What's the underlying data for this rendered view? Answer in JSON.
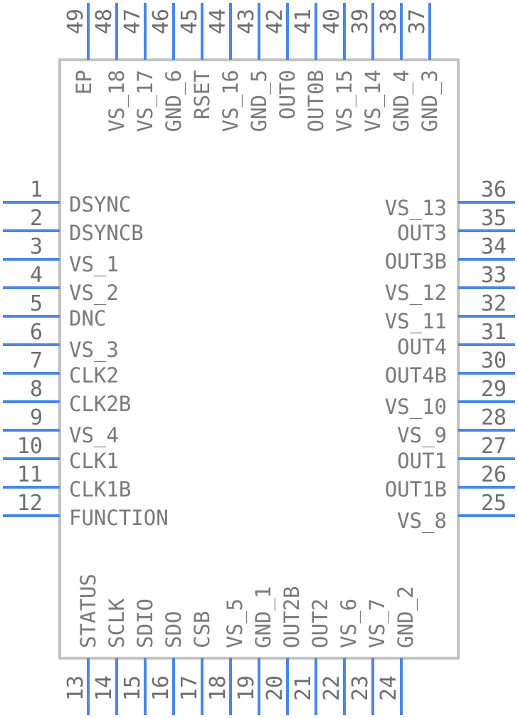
{
  "colors": {
    "pin": "#4a86e8",
    "body_stroke": "#c2c2c2",
    "number_text": "#6e6e6e",
    "label_text": "#7a7a7a"
  },
  "pins": {
    "left": [
      {
        "num": "1",
        "label": "DSYNC"
      },
      {
        "num": "2",
        "label": "DSYNCB"
      },
      {
        "num": "3",
        "label": "VS_1"
      },
      {
        "num": "4",
        "label": "VS_2"
      },
      {
        "num": "5",
        "label": "DNC"
      },
      {
        "num": "6",
        "label": "VS_3"
      },
      {
        "num": "7",
        "label": "CLK2"
      },
      {
        "num": "8",
        "label": "CLK2B"
      },
      {
        "num": "9",
        "label": "VS_4"
      },
      {
        "num": "10",
        "label": "CLK1"
      },
      {
        "num": "11",
        "label": "CLK1B"
      },
      {
        "num": "12",
        "label": "FUNCTION"
      }
    ],
    "bottom": [
      {
        "num": "13",
        "label": "STATUS"
      },
      {
        "num": "14",
        "label": "SCLK"
      },
      {
        "num": "15",
        "label": "SDIO"
      },
      {
        "num": "16",
        "label": "SDO"
      },
      {
        "num": "17",
        "label": "CSB"
      },
      {
        "num": "18",
        "label": "VS_5"
      },
      {
        "num": "19",
        "label": "GND_1"
      },
      {
        "num": "20",
        "label": "OUT2B"
      },
      {
        "num": "21",
        "label": "OUT2"
      },
      {
        "num": "22",
        "label": "VS_6"
      },
      {
        "num": "23",
        "label": "VS_7"
      },
      {
        "num": "24",
        "label": "GND_2"
      }
    ],
    "right": [
      {
        "num": "36",
        "label": "VS_13"
      },
      {
        "num": "35",
        "label": "OUT3"
      },
      {
        "num": "34",
        "label": "OUT3B"
      },
      {
        "num": "33",
        "label": "VS_12"
      },
      {
        "num": "32",
        "label": "VS_11"
      },
      {
        "num": "31",
        "label": "OUT4"
      },
      {
        "num": "30",
        "label": "OUT4B"
      },
      {
        "num": "29",
        "label": "VS_10"
      },
      {
        "num": "28",
        "label": "VS_9"
      },
      {
        "num": "27",
        "label": "OUT1"
      },
      {
        "num": "26",
        "label": "OUT1B"
      },
      {
        "num": "25",
        "label": "VS_8"
      }
    ],
    "top": [
      {
        "num": "49",
        "label": "EP"
      },
      {
        "num": "48",
        "label": "VS_18"
      },
      {
        "num": "47",
        "label": "VS_17"
      },
      {
        "num": "46",
        "label": "GND_6"
      },
      {
        "num": "45",
        "label": "RSET"
      },
      {
        "num": "44",
        "label": "VS_16"
      },
      {
        "num": "43",
        "label": "GND_5"
      },
      {
        "num": "42",
        "label": "OUT0"
      },
      {
        "num": "41",
        "label": "OUT0B"
      },
      {
        "num": "40",
        "label": "VS_15"
      },
      {
        "num": "39",
        "label": "VS_14"
      },
      {
        "num": "38",
        "label": "GND_4"
      },
      {
        "num": "37",
        "label": "GND_3"
      }
    ]
  }
}
